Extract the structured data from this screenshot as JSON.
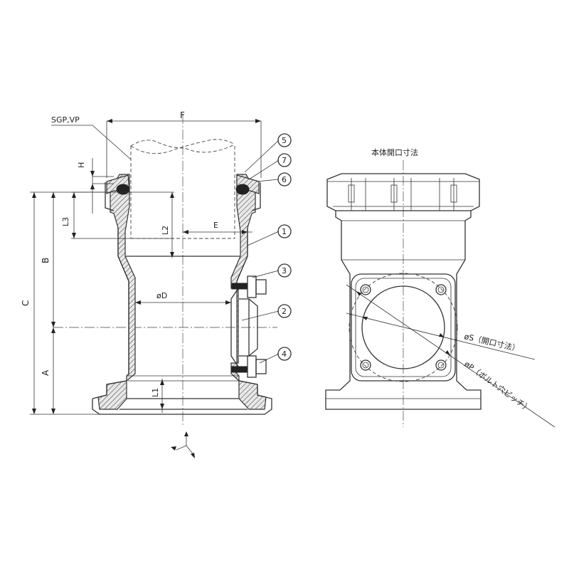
{
  "labels": {
    "pipe_spec": "SGP,VP",
    "dim_f": "F",
    "dim_h": "H",
    "dim_l3": "L3",
    "dim_l2": "L2",
    "dim_e": "E",
    "dim_b": "B",
    "dim_c": "C",
    "dim_a": "A",
    "dim_l1": "L1",
    "dim_d": "øD",
    "dim_s": "øS（開口寸法）",
    "dim_p": "øP（ボルト穴ピッチ）",
    "side_view_title": "本体開口寸法"
  },
  "callouts": [
    "5",
    "7",
    "6",
    "1",
    "3",
    "2",
    "4"
  ]
}
